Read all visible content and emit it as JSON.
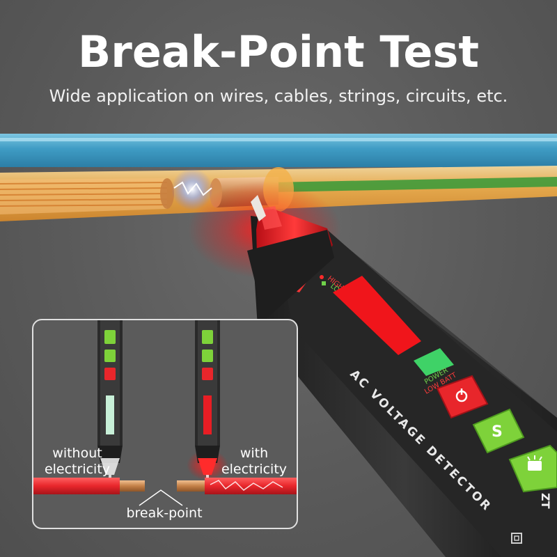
{
  "header": {
    "title": "Break-Point Test",
    "subtitle": "Wide application on wires, cables, strings, circuits, etc."
  },
  "detector": {
    "label": "AC VOLTAGE DETECTOR",
    "model_fragment": "ZT",
    "indicator_high": "HIGH",
    "indicator_low": "LOW",
    "indicator_power": "POWER",
    "indicator_low_batt": "LOW BATT",
    "button_s": "S"
  },
  "inset": {
    "left_label": "without electricity",
    "right_label": "with electricity",
    "break_label": "break-point"
  },
  "colors": {
    "accent_red": "#e8262b",
    "button_green": "#7ed23a",
    "wire_blue": "#4aa3c8",
    "wire_orange": "#f0a640"
  }
}
